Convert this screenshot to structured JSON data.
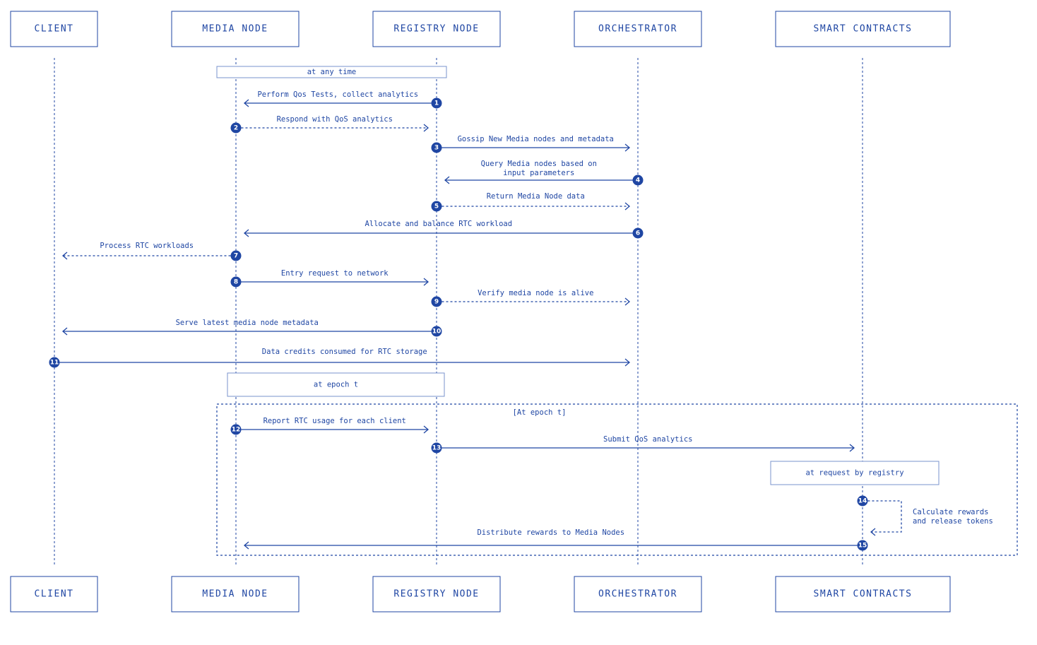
{
  "participants": [
    {
      "id": "client",
      "label": "CLIENT"
    },
    {
      "id": "media",
      "label": "MEDIA NODE"
    },
    {
      "id": "registry",
      "label": "REGISTRY NODE"
    },
    {
      "id": "orchestrator",
      "label": "ORCHESTRATOR"
    },
    {
      "id": "contracts",
      "label": "SMART CONTRACTS"
    }
  ],
  "notes": [
    {
      "text": "at any time"
    },
    {
      "text": "at epoch t"
    },
    {
      "text": "at request by registry"
    }
  ],
  "frame": {
    "label": "[At epoch t]"
  },
  "messages": [
    {
      "num": "1",
      "from": "registry",
      "to": "media",
      "style": "solid",
      "label": [
        "Perform Qos Tests, collect analytics"
      ]
    },
    {
      "num": "2",
      "from": "media",
      "to": "registry",
      "style": "dashed",
      "label": [
        "Respond with QoS analytics"
      ]
    },
    {
      "num": "3",
      "from": "registry",
      "to": "orchestrator",
      "style": "solid",
      "label": [
        "Gossip New Media nodes and metadata"
      ]
    },
    {
      "num": "4",
      "from": "orchestrator",
      "to": "registry",
      "style": "solid",
      "label": [
        "Query Media nodes based on",
        "input parameters"
      ]
    },
    {
      "num": "5",
      "from": "registry",
      "to": "orchestrator",
      "style": "dashed",
      "label": [
        "Return Media Node data"
      ]
    },
    {
      "num": "6",
      "from": "orchestrator",
      "to": "media",
      "style": "solid",
      "label": [
        "Allocate and balance RTC workload"
      ]
    },
    {
      "num": "7",
      "from": "media",
      "to": "client",
      "style": "dashed",
      "label": [
        "Process RTC workloads"
      ]
    },
    {
      "num": "8",
      "from": "media",
      "to": "registry",
      "style": "solid",
      "label": [
        "Entry request to network"
      ]
    },
    {
      "num": "9",
      "from": "registry",
      "to": "orchestrator",
      "style": "dashed",
      "label": [
        "Verify media node is alive"
      ]
    },
    {
      "num": "10",
      "from": "registry",
      "to": "client",
      "style": "solid",
      "label": [
        "Serve latest media node metadata"
      ]
    },
    {
      "num": "11",
      "from": "client",
      "to": "orchestrator",
      "style": "solid",
      "label": [
        "Data credits consumed for RTC storage"
      ]
    },
    {
      "num": "12",
      "from": "media",
      "to": "registry",
      "style": "solid",
      "label": [
        "Report RTC usage for each client"
      ]
    },
    {
      "num": "13",
      "from": "registry",
      "to": "contracts",
      "style": "solid",
      "label": [
        "Submit QoS analytics"
      ]
    },
    {
      "num": "14",
      "from": "contracts",
      "to": "contracts",
      "style": "dashed",
      "label": [
        "Calculate rewards",
        "and release tokens"
      ]
    },
    {
      "num": "15",
      "from": "contracts",
      "to": "media",
      "style": "solid",
      "label": [
        "Distribute rewards to Media Nodes"
      ]
    }
  ],
  "colors": {
    "primary": "#1f46a3",
    "note_border": "#7a93cc",
    "background": "#ffffff"
  }
}
